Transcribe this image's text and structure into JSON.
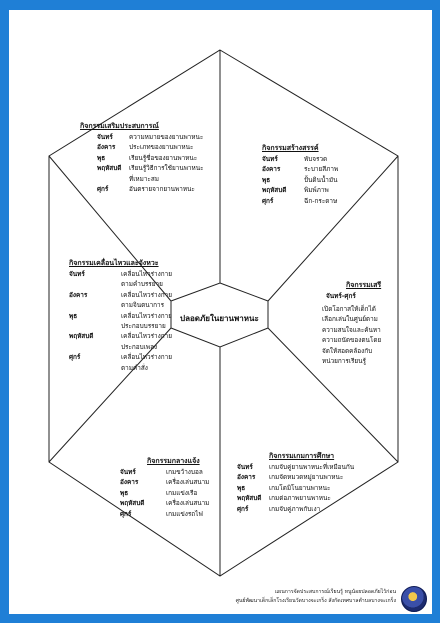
{
  "center_title": "ปลอดภัยในยานพาหนะ",
  "sections": {
    "experience": {
      "title": "กิจกรรมเสริมประสบการณ์",
      "rows": [
        {
          "day": "จันทร์",
          "lines": [
            "ความหมายของยานพาหนะ"
          ]
        },
        {
          "day": "อังคาร",
          "lines": [
            "ประเภทของยานพาหนะ"
          ]
        },
        {
          "day": "พุธ",
          "lines": [
            "เรียนรู้ชื่อของยานพาหนะ"
          ]
        },
        {
          "day": "พฤหัสบดี",
          "lines": [
            "เรียนรู้วิธีการใช้ยานพาหนะ",
            "ที่เหมาะสม"
          ]
        },
        {
          "day": "ศุกร์",
          "lines": [
            "อันตรายจากยานพาหนะ"
          ]
        }
      ]
    },
    "creative": {
      "title": "กิจกรรมสร้างสรรค์",
      "rows": [
        {
          "day": "จันทร์",
          "lines": [
            "พับจรวด"
          ]
        },
        {
          "day": "อังคาร",
          "lines": [
            "ระบายสีภาพ"
          ]
        },
        {
          "day": "พุธ",
          "lines": [
            "ปั้นดินน้ำมัน"
          ]
        },
        {
          "day": "พฤหัสบดี",
          "lines": [
            "พิมพ์ภาพ"
          ]
        },
        {
          "day": "ศุกร์",
          "lines": [
            "ฉีก-กระดาษ"
          ]
        }
      ]
    },
    "free": {
      "title": "กิจกรรมเสรี",
      "subtitle": "จันทร์-ศุกร์",
      "lines": [
        "เปิดโอกาสให้เด็กได้",
        "เลือกเล่นในศูนย์ตาม",
        "ความสนใจและค้นหา",
        "ความถนัดของตนโดย",
        "จัดให้สอดคล้องกับ",
        "หน่วยการเรียนรู้"
      ]
    },
    "movement": {
      "title": "กิจกรรมเคลื่อนไหวและจังหวะ",
      "rows": [
        {
          "day": "จันทร์",
          "lines": [
            "เคลื่อนไหวร่างกาย",
            "ตามคำบรรยาย"
          ]
        },
        {
          "day": "อังคาร",
          "lines": [
            "เคลื่อนไหวร่างกาย",
            "ตามจินตนาการ"
          ]
        },
        {
          "day": "พุธ",
          "lines": [
            "เคลื่อนไหวร่างกาย",
            "ประกอบบรรยาย"
          ]
        },
        {
          "day": "พฤหัสบดี",
          "lines": [
            "เคลื่อนไหวร่างกาย",
            "ประกอบเพลง"
          ]
        },
        {
          "day": "ศุกร์",
          "lines": [
            "เคลื่อนไหวร่างกาย",
            "ตามคำสั่ง"
          ]
        }
      ]
    },
    "outdoor": {
      "title": "กิจกรรมกลางแจ้ง",
      "rows": [
        {
          "day": "จันทร์",
          "lines": [
            "เกมขว้างบอล"
          ]
        },
        {
          "day": "อังคาร",
          "lines": [
            "เครื่องเล่นสนาม"
          ]
        },
        {
          "day": "พุธ",
          "lines": [
            "เกมแข่งเรือ"
          ]
        },
        {
          "day": "พฤหัสบดี",
          "lines": [
            "เครื่องเล่นสนาม"
          ]
        },
        {
          "day": "ศุกร์",
          "lines": [
            "เกมแข่งรถไฟ"
          ]
        }
      ]
    },
    "games": {
      "title": "กิจกรรมเกมการศึกษา",
      "rows": [
        {
          "day": "จันทร์",
          "lines": [
            "เกมจับคู่ยานพาหนะที่เหมือนกัน"
          ]
        },
        {
          "day": "อังคาร",
          "lines": [
            "เกมจัดหมวดหมู่ยานพาหนะ"
          ]
        },
        {
          "day": "พุธ",
          "lines": [
            "เกมโดมิโนยานพาหนะ"
          ]
        },
        {
          "day": "พฤหัสบดี",
          "lines": [
            "เกมต่อภาพยานพาหนะ"
          ]
        },
        {
          "day": "ศุกร์",
          "lines": [
            "เกมจับคู่ภาพกับเงา"
          ]
        }
      ]
    }
  },
  "footer": {
    "line1": "แผนการจัดประสบการณ์เรียนรู้ หนูน้อยปลอดภัยไว้ก่อน",
    "line2": "ศูนย์พัฒนาเด็กเล็กโรงเรียนวัดบางจะเกร็ง สังกัดเทศบาลตำบลบางจะเกร็ง"
  },
  "colors": {
    "background": "#1f7fd6",
    "page": "#ffffff",
    "lines": "#222222"
  },
  "icons": {
    "logo": "school-emblem-icon"
  }
}
